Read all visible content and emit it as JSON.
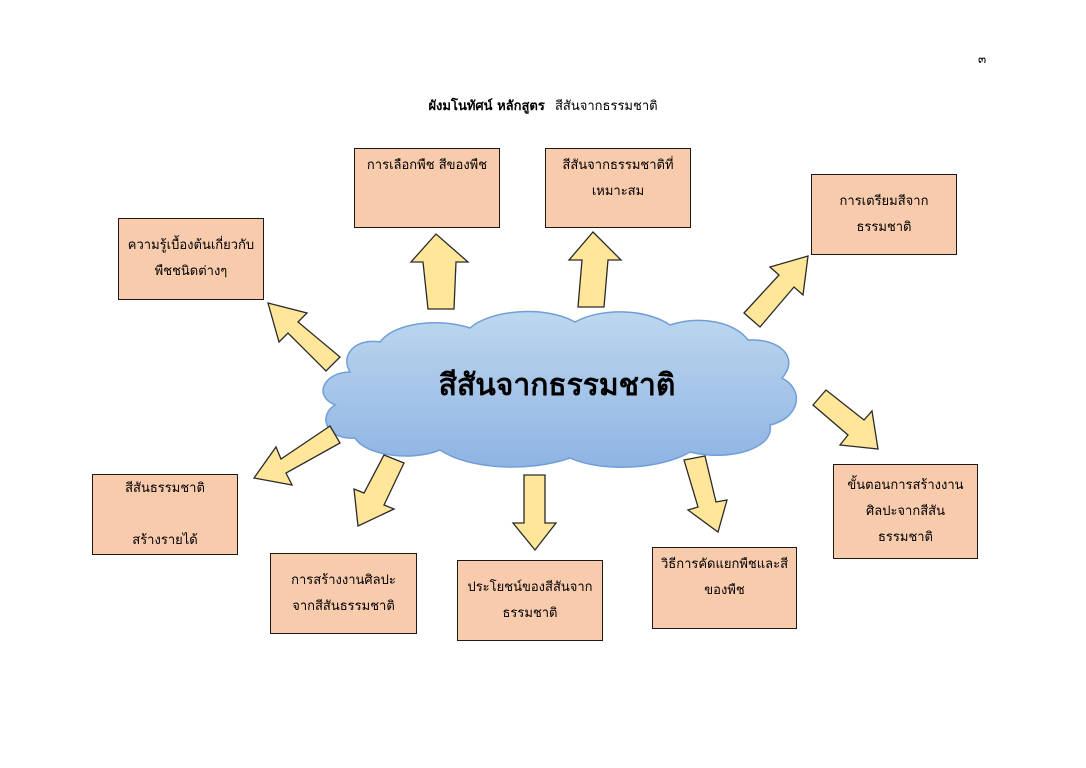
{
  "page_number": "๓",
  "title": {
    "prefix": "ผังมโนทัศน์ หลักสูตร",
    "name": "สีสันจากธรรมชาติ"
  },
  "center": "สีสันจากธรรมชาติ",
  "boxes": {
    "plant_knowledge": "ความรู้เบื้องต้นเกี่ยวกับ\nพืชชนิดต่างๆ",
    "plant_selection": "การเลือกพืช สีของพืช",
    "suitable_colors": "สีสันจากธรรมชาติที่\nเหมาะสม",
    "prepare_colors": "การเตรียมสีจาก\nธรรมชาติ",
    "art_steps": "ขั้นตอนการสร้างงาน\nศิลปะจากสีสัน\nธรรมชาติ",
    "separation": "วิธีการคัดแยกพืชและสี\nของพืช",
    "benefits": "ประโยชน์ของสีสันจาก\nธรรมชาติ",
    "create_art": "การสร้างงานศิลปะ\nจากสีสันธรรมชาติ",
    "income": "สีสันธรรมชาติ\n\nสร้างรายได้"
  },
  "colors": {
    "box_fill": "#f8cbad",
    "arrow_fill": "#ffe699",
    "cloud_fill": "#9dc3e6",
    "cloud_stroke": "#5b9bd5"
  }
}
